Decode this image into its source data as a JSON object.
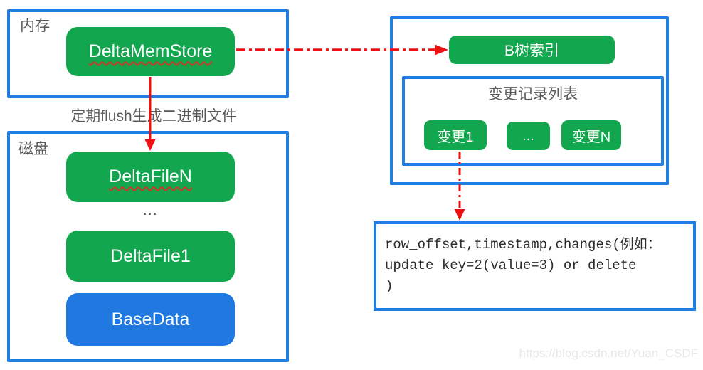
{
  "colors": {
    "node_green": "#12a74e",
    "node_blue": "#2079e0",
    "frame_border_blue": "#1e7ee3",
    "arrow_red": "#ee1111",
    "label_gray": "#595959",
    "watermark_gray": "#e7e7e7"
  },
  "memory_box": {
    "label": "内存",
    "node": "DeltaMemStore"
  },
  "flush_arrow_label": "定期flush生成二进制文件",
  "disk_box": {
    "label": "磁盘",
    "delta_file_n": "DeltaFileN",
    "ellipsis": "...",
    "delta_file_1": "DeltaFile1",
    "base_data": "BaseData"
  },
  "index_box": {
    "btree_node": "B树索引",
    "change_list": {
      "label": "变更记录列表",
      "items": [
        "变更1",
        "...",
        "变更N"
      ]
    }
  },
  "record_box": {
    "line1": "row_offset,timestamp,changes(例如：",
    "line2": "update key=2(value=3) or delete",
    "line3": ")"
  },
  "watermark": "https://blog.csdn.net/Yuan_CSDF"
}
